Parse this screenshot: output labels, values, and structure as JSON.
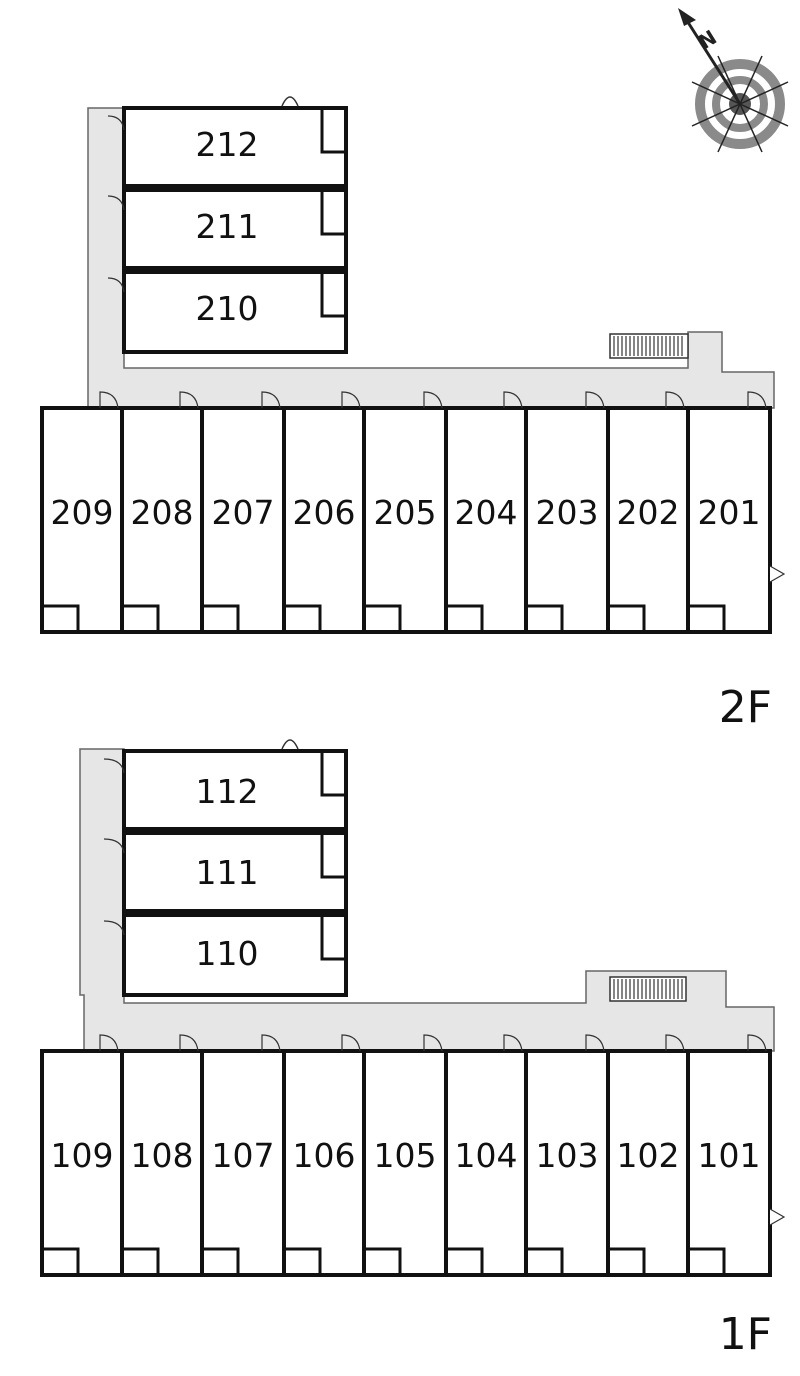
{
  "compass": {
    "label": "N",
    "icon": "compass-rose-icon"
  },
  "floors": [
    {
      "label": "2F",
      "top_rooms": [
        "212",
        "211",
        "210"
      ],
      "bottom_rooms": [
        "209",
        "208",
        "207",
        "206",
        "205",
        "204",
        "203",
        "202",
        "201"
      ]
    },
    {
      "label": "1F",
      "top_rooms": [
        "112",
        "111",
        "110"
      ],
      "bottom_rooms": [
        "109",
        "108",
        "107",
        "106",
        "105",
        "104",
        "103",
        "102",
        "101"
      ]
    }
  ],
  "colors": {
    "corridor": "#e6e6e6",
    "wall": "#111111",
    "compass_ring": "#8a8a8a"
  }
}
